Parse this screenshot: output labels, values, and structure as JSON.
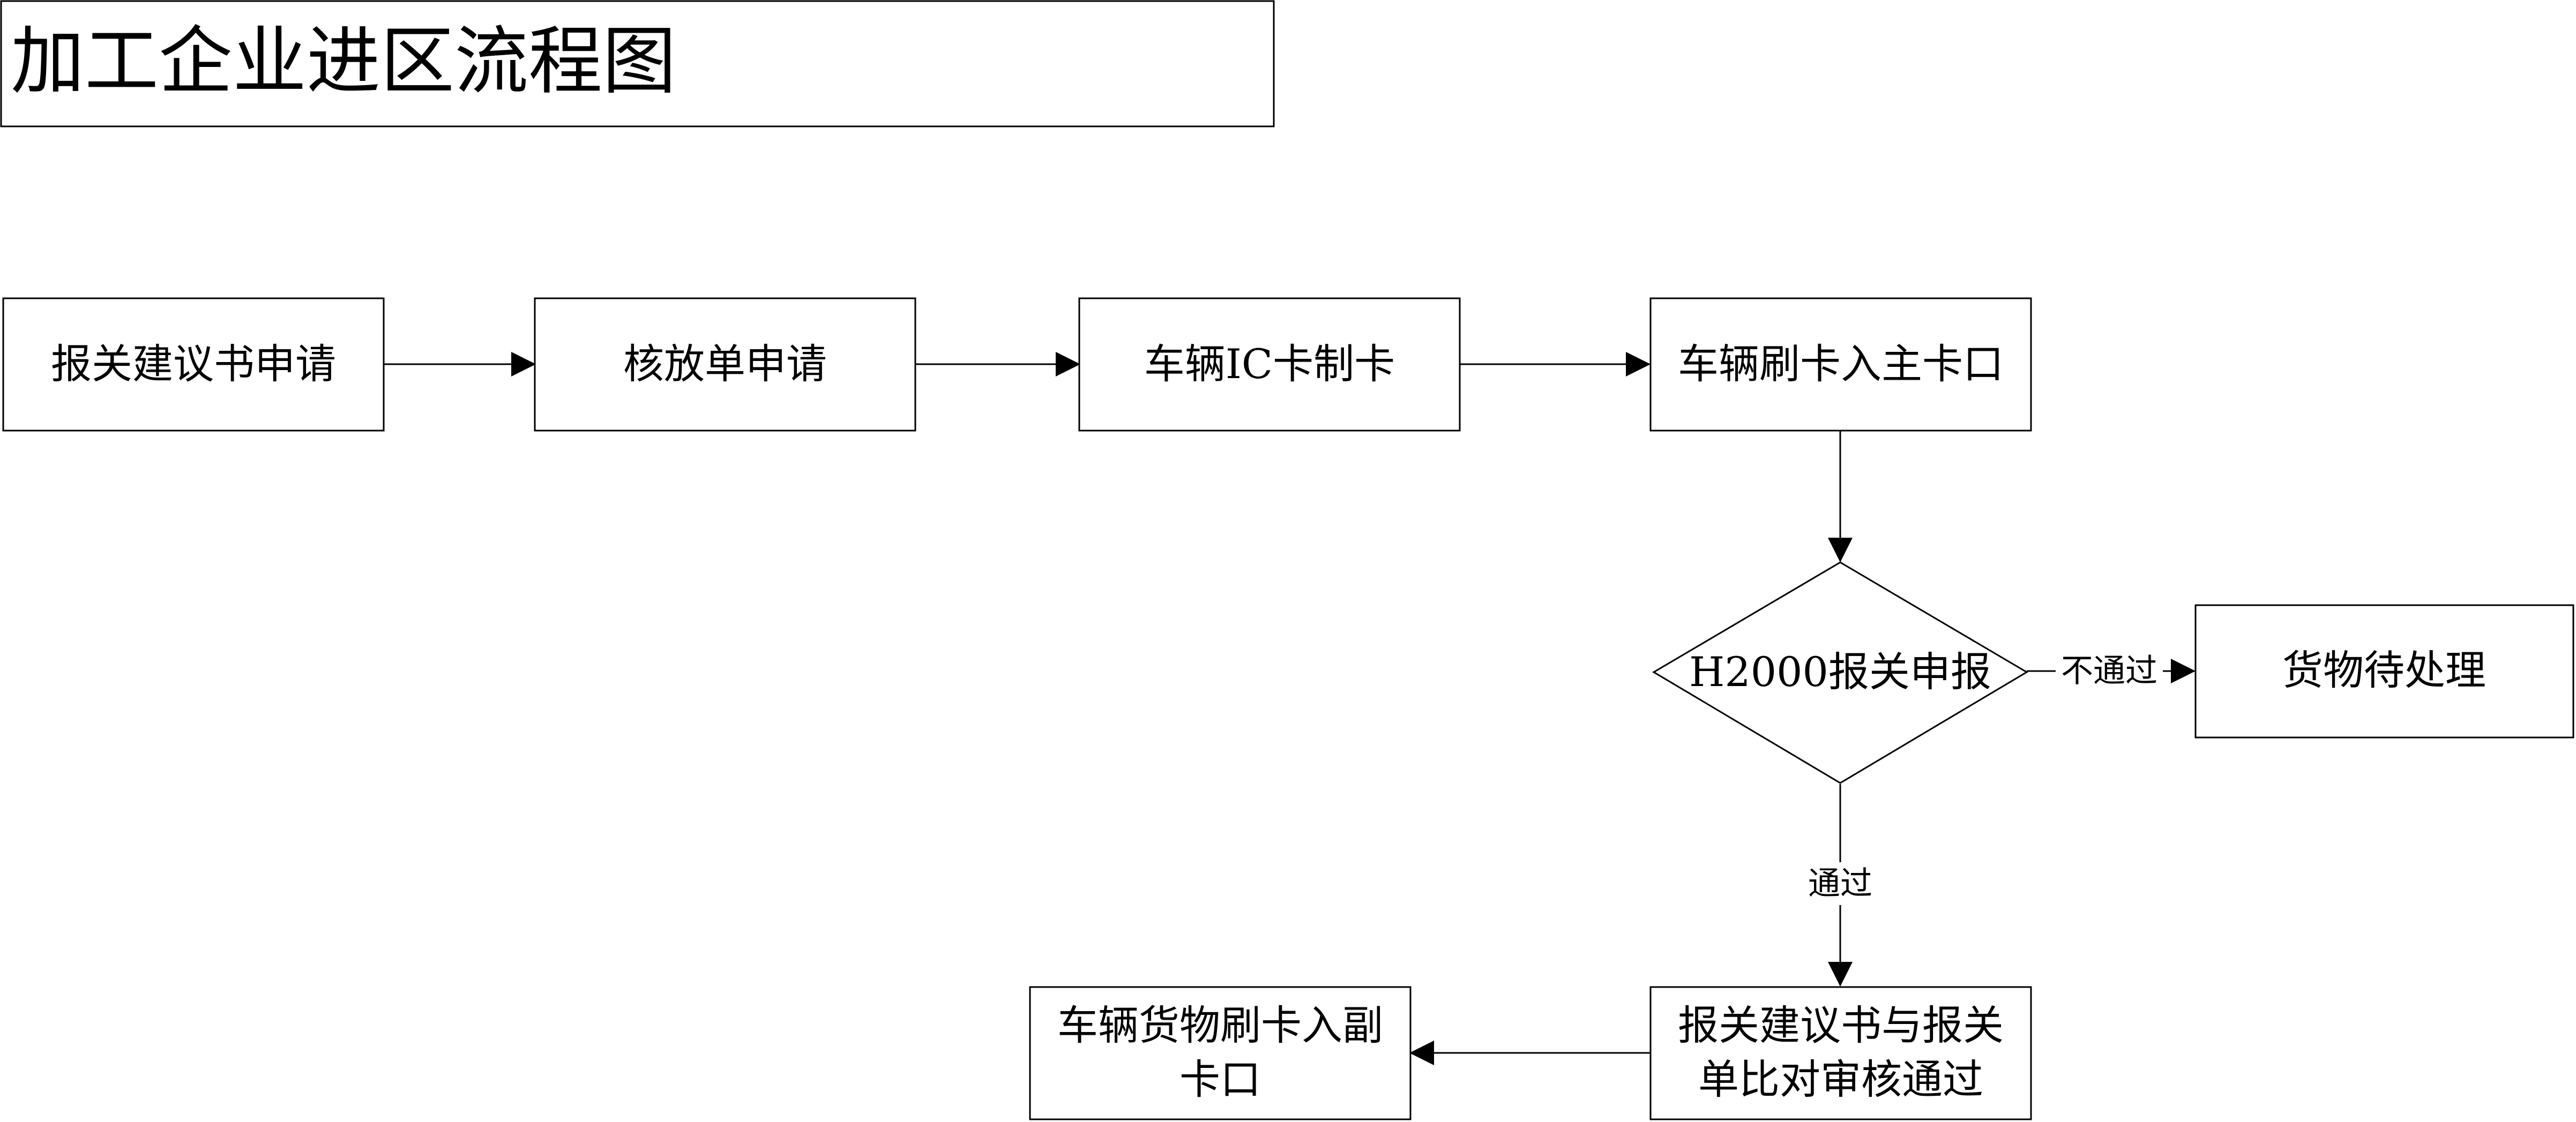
{
  "title": "加工企业进区流程图",
  "nodes": {
    "n1": {
      "label": "报关建议书申请"
    },
    "n2": {
      "label": "核放单申请"
    },
    "n3": {
      "label": "车辆IC卡制卡"
    },
    "n4": {
      "label": "车辆刷卡入主卡口"
    },
    "n5": {
      "label": "H2000报关申报"
    },
    "n6": {
      "label": "货物待处理"
    },
    "n7": {
      "line1": "报关建议书与报关",
      "line2": "单比对审核通过"
    },
    "n8": {
      "line1": "车辆货物刷卡入副",
      "line2": "卡口"
    }
  },
  "edges": {
    "e1": {
      "from": "报关建议书申请",
      "to": "核放单申请"
    },
    "e2": {
      "from": "核放单申请",
      "to": "车辆IC卡制卡"
    },
    "e3": {
      "from": "车辆IC卡制卡",
      "to": "车辆刷卡入主卡口"
    },
    "e4": {
      "from": "车辆刷卡入主卡口",
      "to": "H2000报关申报"
    },
    "e5": {
      "from": "H2000报关申报",
      "to": "货物待处理",
      "label": "不通过"
    },
    "e6": {
      "from": "H2000报关申报",
      "to": "报关建议书与报关单比对审核通过",
      "label": "通过"
    },
    "e7": {
      "from": "报关建议书与报关单比对审核通过",
      "to": "车辆货物刷卡入副卡口"
    }
  },
  "colors": {
    "background": "#ffffff",
    "stroke": "#000000",
    "text": "#000000"
  }
}
